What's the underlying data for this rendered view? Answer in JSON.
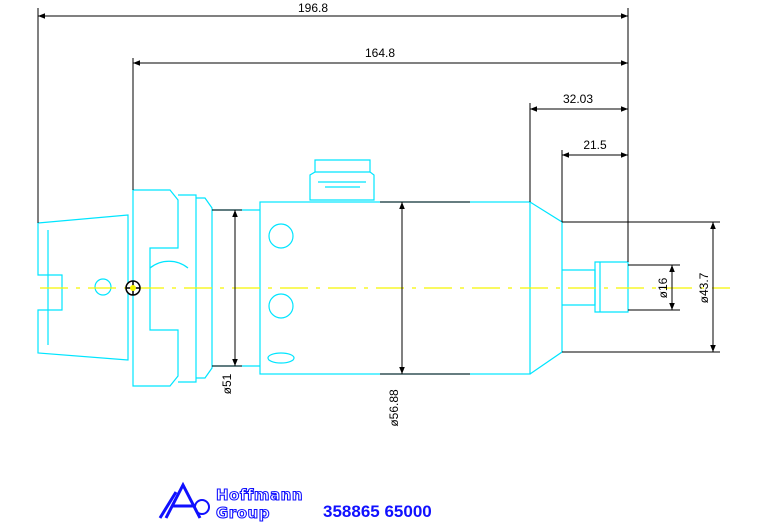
{
  "dimensions": {
    "overall_length": "196.8",
    "body_length": "164.8",
    "nose_length": "32.03",
    "tip_length": "21.5",
    "tip_diameter": "ø16",
    "nose_diameter": "ø43.7",
    "flange_diameter": "ø51",
    "body_diameter": "ø56.88"
  },
  "branding": {
    "logo_line1": "Hoffmann",
    "logo_line2": "Group",
    "part_number": "358865 65000"
  },
  "colors": {
    "outline": "#00e5ff",
    "centerline": "#f5f500",
    "dimension": "#000000",
    "brand": "#1010ff"
  }
}
